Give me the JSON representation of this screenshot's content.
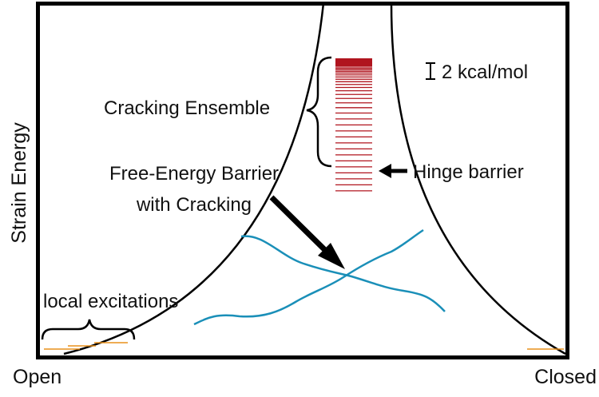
{
  "labels": {
    "y_axis": "Strain Energy",
    "x_left": "Open",
    "x_right": "Closed",
    "cracking_ensemble": "Cracking Ensemble",
    "scale_bar": "2 kcal/mol",
    "hinge_barrier": "Hinge barrier",
    "barrier_line1": "Free-Energy Barrier",
    "barrier_line2": "with Cracking",
    "local_excitations": "local excitations"
  },
  "colors": {
    "curve": "#000000",
    "levels": "#b0141e",
    "free_energy": "#1a8fb8",
    "local_levels": "#e8901c"
  }
}
